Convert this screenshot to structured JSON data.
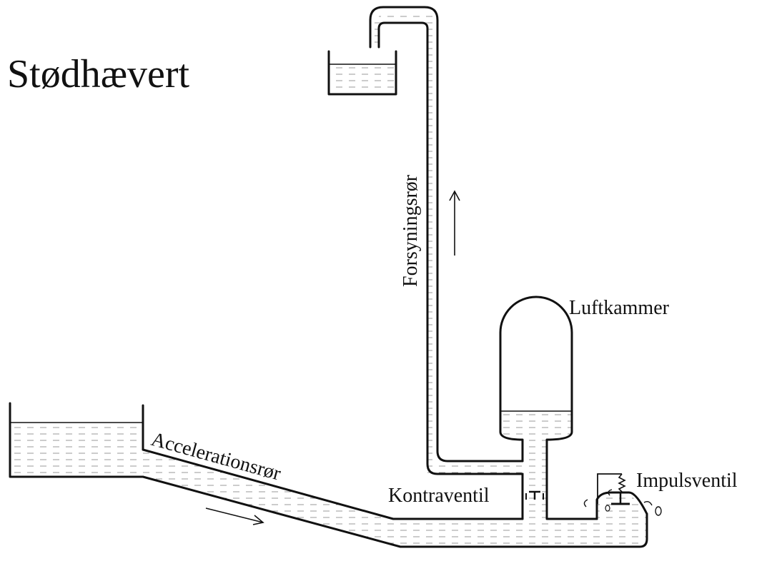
{
  "title": "Stødhævert",
  "labels": {
    "supply_pipe": "Forsyningsrør",
    "air_chamber": "Luftkammer",
    "acceleration_pipe": "Accelerationsrør",
    "check_valve": "Kontraventil",
    "impulse_valve": "Impulsventil"
  },
  "colors": {
    "ink": "#111111",
    "water_dash": "#9a9a9a",
    "background": "#ffffff"
  }
}
